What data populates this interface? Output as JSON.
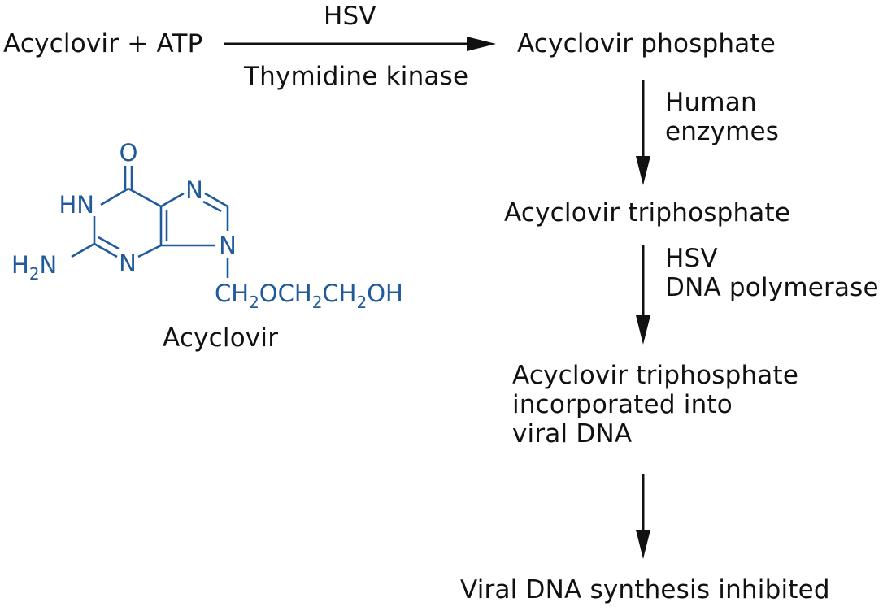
{
  "colors": {
    "text": "#111111",
    "molecule": "#1f5a9a"
  },
  "reaction": {
    "reactants": "Acyclovir + ATP",
    "step1_above": "HSV",
    "step1_below": "Thymidine kinase",
    "product1": "Acyclovir phosphate",
    "step2_lines": [
      "Human",
      "enzymes"
    ],
    "product2": "Acyclovir triphosphate",
    "step3_lines": [
      "HSV",
      "DNA polymerase"
    ],
    "product3_lines": [
      "Acyclovir triphosphate",
      "incorporated into",
      "viral DNA"
    ],
    "result": "Viral DNA synthesis inhibited"
  },
  "molecule": {
    "name": "Acyclovir",
    "atoms": {
      "o": "O",
      "hn": "HN",
      "n_top": "N",
      "n_ring": "N",
      "n9": "N",
      "h2n_h": "H",
      "h2n_sub": "2",
      "h2n_n": "N",
      "chain_ch_1": "CH",
      "chain_sub_1": "2",
      "chain_och": "OCH",
      "chain_sub_2": "2",
      "chain_ch_2": "CH",
      "chain_sub_3": "2",
      "chain_oh": "OH"
    }
  }
}
